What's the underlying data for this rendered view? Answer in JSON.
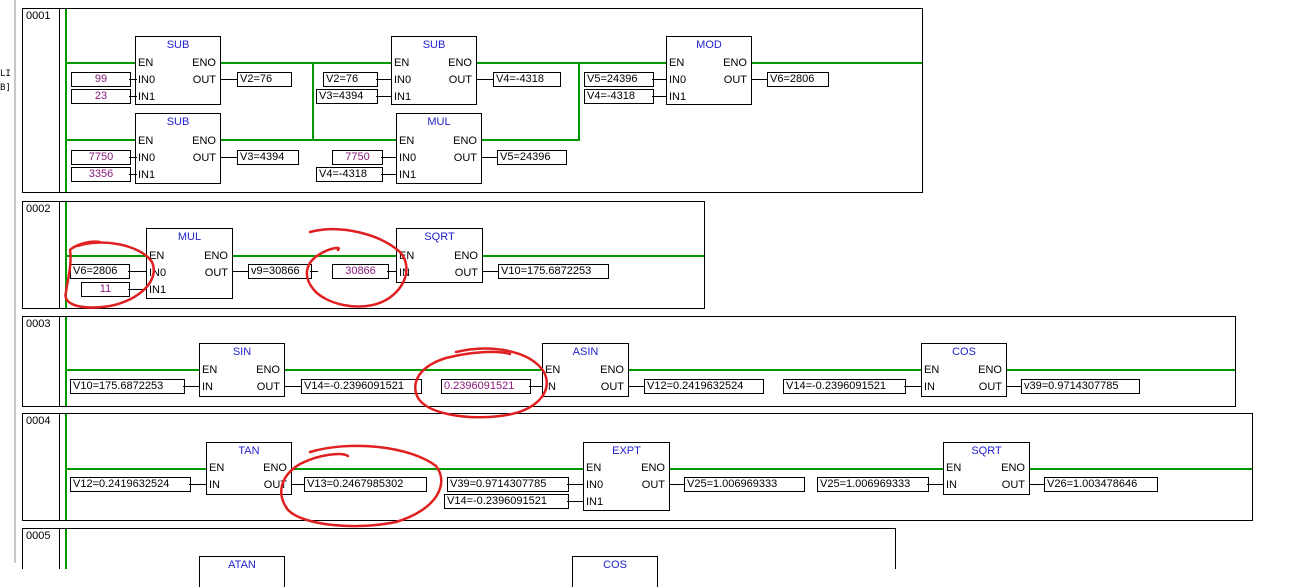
{
  "sidebar": {
    "fragments": [
      "LI",
      "B]"
    ]
  },
  "colors": {
    "rail": "#009a00",
    "block_name": "#2020d0",
    "constant": "#8a1a7a",
    "annotation": "#e02020"
  },
  "networks": [
    {
      "number": "0001",
      "blocks": [
        {
          "name": "SUB",
          "en": "EN",
          "eno": "ENO",
          "in0": "IN0",
          "in1": "IN1",
          "out": "OUT",
          "input0": "99",
          "input1": "23",
          "output": "V2=76"
        },
        {
          "name": "SUB",
          "en": "EN",
          "eno": "ENO",
          "in0": "IN0",
          "in1": "IN1",
          "out": "OUT",
          "input0": "V2=76",
          "input1": "V3=4394",
          "output": "V4=-4318"
        },
        {
          "name": "MOD",
          "en": "EN",
          "eno": "ENO",
          "in0": "IN0",
          "in1": "IN1",
          "out": "OUT",
          "input0": "V5=24396",
          "input1": "V4=-4318",
          "output": "V6=2806"
        },
        {
          "name": "SUB",
          "en": "EN",
          "eno": "ENO",
          "in0": "IN0",
          "in1": "IN1",
          "out": "OUT",
          "input0": "7750",
          "input1": "3356",
          "output": "V3=4394"
        },
        {
          "name": "MUL",
          "en": "EN",
          "eno": "ENO",
          "in0": "IN0",
          "in1": "IN1",
          "out": "OUT",
          "input0": "7750",
          "input1": "V4=-4318",
          "output": "V5=24396"
        }
      ]
    },
    {
      "number": "0002",
      "blocks": [
        {
          "name": "MUL",
          "en": "EN",
          "eno": "ENO",
          "in0": "IN0",
          "in1": "IN1",
          "out": "OUT",
          "input0": "V6=2806",
          "input1": "11",
          "output": "v9=30866"
        },
        {
          "name": "SQRT",
          "en": "EN",
          "eno": "ENO",
          "in": "IN",
          "out": "OUT",
          "input0": "30866",
          "output": "V10=175.6872253"
        }
      ]
    },
    {
      "number": "0003",
      "blocks": [
        {
          "name": "SIN",
          "en": "EN",
          "eno": "ENO",
          "in": "IN",
          "out": "OUT",
          "input0": "V10=175.6872253",
          "output": "V14=-0.2396091521"
        },
        {
          "name": "ASIN",
          "en": "EN",
          "eno": "ENO",
          "in": "IN",
          "out": "OUT",
          "input0": "0.2396091521",
          "output": "V12=0.2419632524"
        },
        {
          "name": "COS",
          "en": "EN",
          "eno": "ENO",
          "in": "IN",
          "out": "OUT",
          "input0": "V14=-0.2396091521",
          "output": "v39=0.9714307785"
        }
      ]
    },
    {
      "number": "0004",
      "blocks": [
        {
          "name": "TAN",
          "en": "EN",
          "eno": "ENO",
          "in": "IN",
          "out": "OUT",
          "input0": "V12=0.2419632524",
          "output": "V13=0.2467985302"
        },
        {
          "name": "EXPT",
          "en": "EN",
          "eno": "ENO",
          "in0": "IN0",
          "in1": "IN1",
          "out": "OUT",
          "input0": "V39=0.9714307785",
          "input1": "V14=-0.2396091521",
          "output": "V25=1.006969333"
        },
        {
          "name": "SQRT",
          "en": "EN",
          "eno": "ENO",
          "in": "IN",
          "out": "OUT",
          "input0": "V25=1.006969333",
          "output": "V26=1.003478646"
        }
      ]
    },
    {
      "number": "0005",
      "blocks": [
        {
          "name": "ATAN"
        },
        {
          "name": "COS"
        }
      ]
    }
  ]
}
